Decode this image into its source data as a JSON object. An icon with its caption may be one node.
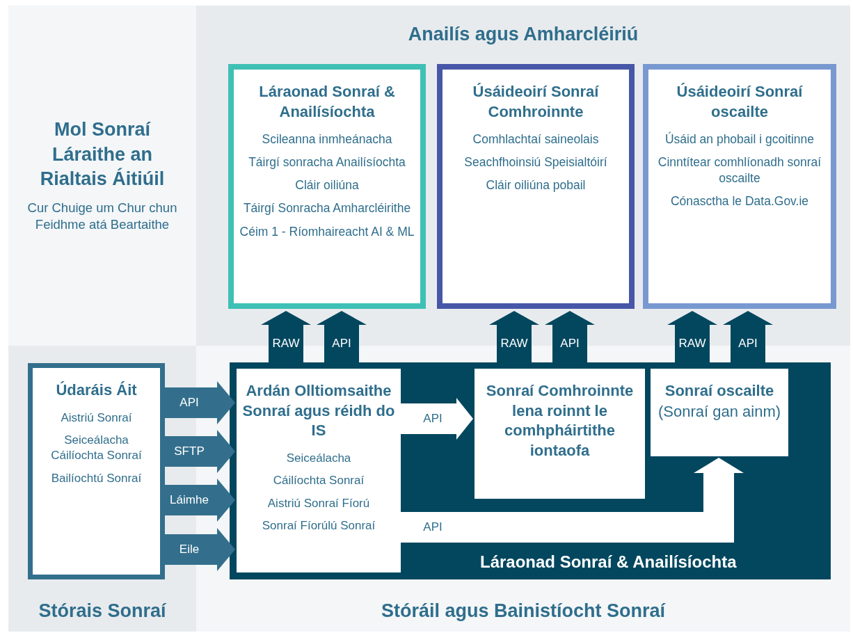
{
  "diagram": {
    "nodes": [
      {
        "text": [
          "Mol Sonraí Láraithe an Rialtais Áitiúil",
          "Cur Chuige um Chur chun Feidhme atá Beartaithe"
        ]
      },
      {
        "text": [
          "Anailís agus Amharcléiriú"
        ]
      },
      {
        "text": [
          "Láraonad Sonraí & Anailísíochta",
          "Scileanna inmheánacha",
          "Táirgí sonracha Anailísíochta",
          "Cláir oiliúna",
          "Táirgí Sonracha Amharcléirithe",
          "Céim 1 - Ríomhaireacht AI & ML"
        ],
        "in": 1
      },
      {
        "text": [
          "Úsáideoirí Sonraí Comhroinnte",
          "Comhlachtaí saineolais",
          "Seachfhoinsiú Speisialtóirí",
          "Cláir oiliúna pobail"
        ],
        "in": 1
      },
      {
        "text": [
          "Úsáideoirí Sonraí oscailte",
          "Úsáid an phobail i gcoitinne",
          "Cinntítear comhlíonadh sonraí oscailte",
          "Cónasctha le Data.Gov.ie"
        ],
        "in": 1
      },
      {
        "text": [
          "Stórais Sonraí"
        ]
      },
      {
        "text": [
          "Údaráis Áit",
          "Aistriú Sonraí",
          "Seiceálacha Cáilíochta Sonraí",
          "Bailíochtú Sonraí"
        ],
        "in": 5
      },
      {
        "text": [
          "Stóráil agus Bainistíocht Sonraí"
        ]
      },
      {
        "text": [
          "Láraonad Sonraí & Anailísíochta"
        ],
        "in": 7
      },
      {
        "text": [
          "Ardán Olltiomsaithe Sonraí agus réidh do IS",
          "Seiceálacha",
          "Cáilíochta Sonraí",
          "Aistriú Sonraí Fíorú",
          "Sonraí Fíorúlú Sonraí"
        ],
        "in": 8
      },
      {
        "text": [
          "Sonraí Comhroinnte lena roinnt le comhpháirtithe iontaofa"
        ],
        "in": 8
      },
      {
        "text": [
          "Sonraí oscailte",
          "(Sonraí gan ainm)"
        ],
        "in": 8
      }
    ],
    "edges": [
      {
        "from": 6,
        "to": 9,
        "arrow": "to",
        "label": "API",
        "color": "#336f8c"
      },
      {
        "from": 6,
        "to": 9,
        "arrow": "to",
        "label": "SFTP",
        "color": "#336f8c"
      },
      {
        "from": 6,
        "to": 9,
        "arrow": "to",
        "label": "Láimhe",
        "color": "#336f8c"
      },
      {
        "from": 6,
        "to": 9,
        "arrow": "to",
        "label": "Eile",
        "color": "#336f8c"
      },
      {
        "from": 9,
        "to": 10,
        "arrow": "to",
        "label": "API",
        "color": "#ffffff"
      },
      {
        "from": 9,
        "to": 11,
        "arrow": "to",
        "label": "API",
        "color": "#ffffff"
      },
      {
        "from": 9,
        "to": 2,
        "arrow": "to",
        "label": "RAW"
      },
      {
        "from": 9,
        "to": 2,
        "arrow": "to",
        "label": "API"
      },
      {
        "from": 10,
        "to": 3,
        "arrow": "to",
        "label": "RAW"
      },
      {
        "from": 10,
        "to": 3,
        "arrow": "to",
        "label": "API"
      },
      {
        "from": 11,
        "to": 4,
        "arrow": "to",
        "label": "RAW"
      },
      {
        "from": 11,
        "to": 4,
        "arrow": "to",
        "label": "API"
      }
    ]
  }
}
